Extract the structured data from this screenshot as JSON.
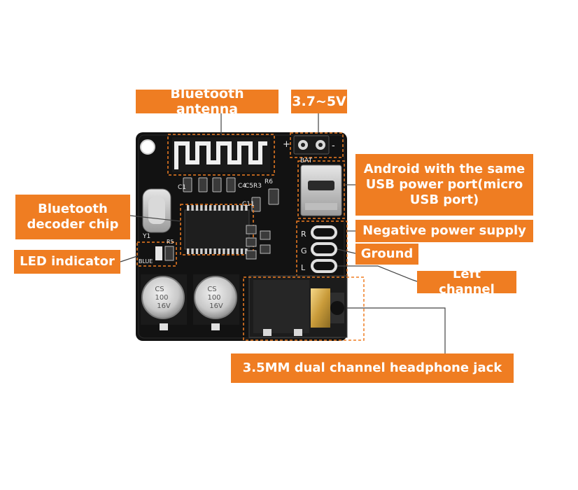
{
  "labels": {
    "antenna": "Bluetooth antenna",
    "voltage": "3.7~5V",
    "usb_port": "Android with the same USB power port(micro USB port)",
    "decoder_chip": "Bluetooth decoder chip",
    "led_indicator": "LED indicator",
    "negative_supply": "Negative power supply",
    "ground": "Ground",
    "left_channel": "Left channel",
    "headphone_jack": "3.5MM dual channel headphone jack"
  },
  "silkscreen": {
    "bat": "BAT",
    "plus": "+",
    "minus": "-",
    "c1": "C1",
    "c4": "C4",
    "c5": "C5",
    "r3": "R3",
    "r6": "R6",
    "c11": "C11",
    "y1": "Y1",
    "blue": "BLUE",
    "r5": "R5",
    "g": "G",
    "r": "R",
    "l": "L",
    "cap_brand": "CS",
    "cap_value": "100",
    "cap_voltage": "16V"
  },
  "colors": {
    "accent": "#ef7d22",
    "board": "#111111"
  }
}
